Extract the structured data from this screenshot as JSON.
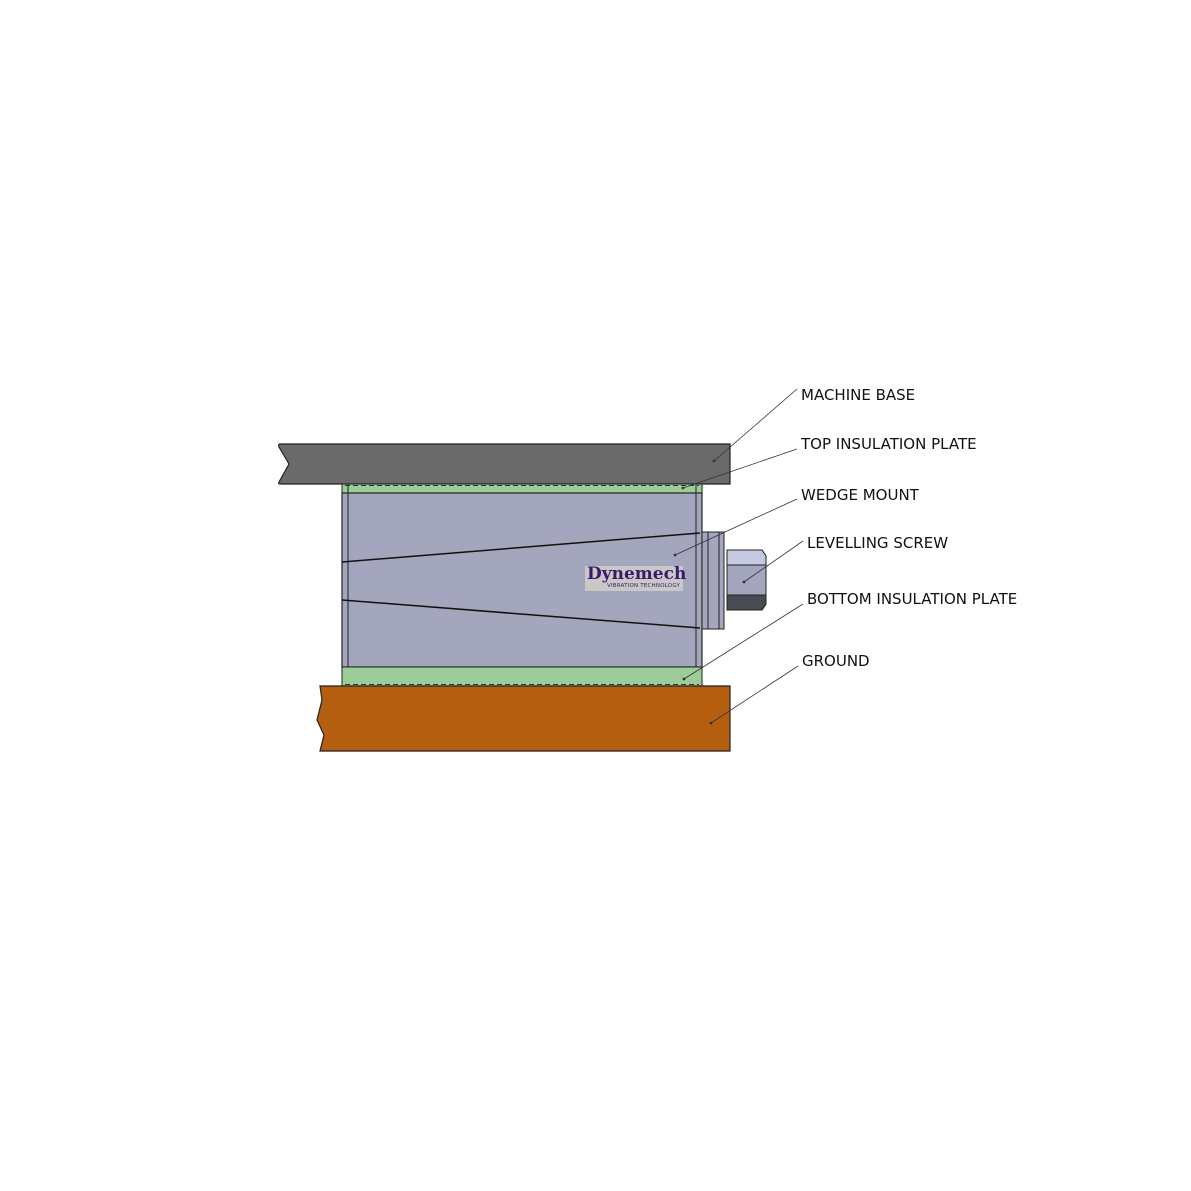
{
  "labels": {
    "machine_base": "MACHINE BASE",
    "top_insulation_plate": "TOP INSULATION PLATE",
    "wedge_mount": "WEDGE MOUNT",
    "levelling_screw": "LEVELLING SCREW",
    "bottom_insulation_plate": "BOTTOM INSULATION PLATE",
    "ground": "GROUND"
  },
  "logo": {
    "name": "Dynemech",
    "tagline": "VIBRATION TECHNOLOGY"
  },
  "colors": {
    "machine_base": "#6a6a6a",
    "insulation": "#9ccc98",
    "mount": "#a3a6bd",
    "ground": "#b55e10",
    "logo_text": "#3c1a6a"
  }
}
